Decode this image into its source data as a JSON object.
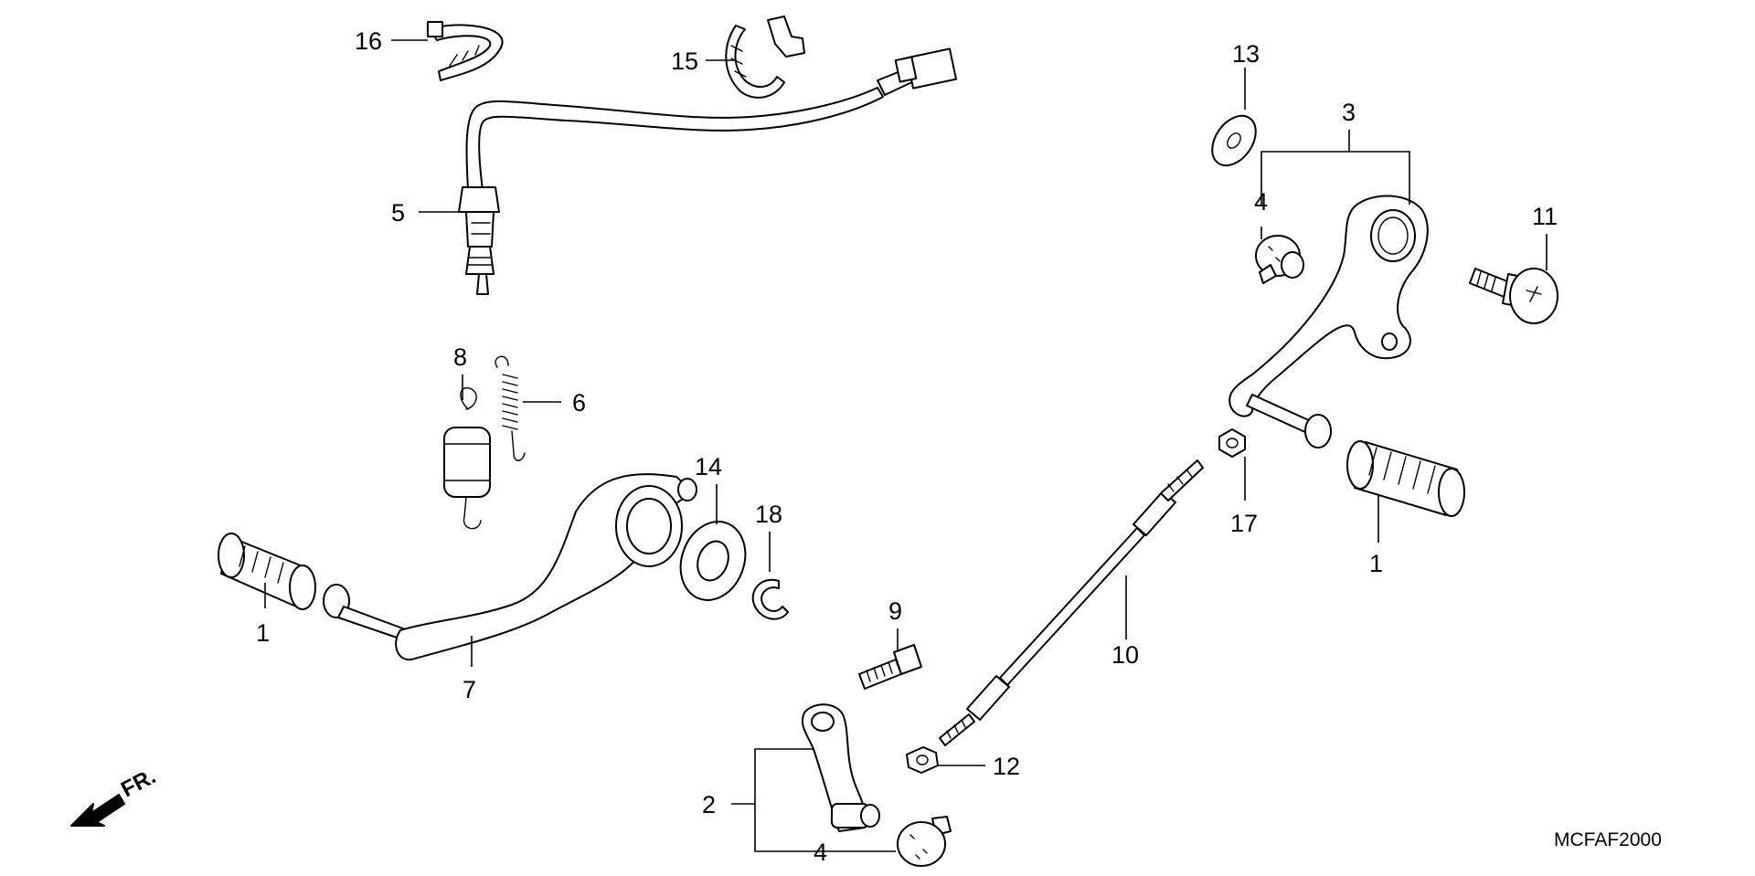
{
  "diagram": {
    "code": "MCFAF2000",
    "front_label": "FR.",
    "callouts": {
      "c1_left": "1",
      "c1_right": "1",
      "c2": "2",
      "c3": "3",
      "c4_upper": "4",
      "c4_lower": "4",
      "c5": "5",
      "c6": "6",
      "c7": "7",
      "c8": "8",
      "c9": "9",
      "c10": "10",
      "c11": "11",
      "c12": "12",
      "c13": "13",
      "c14": "14",
      "c15": "15",
      "c16": "16",
      "c17": "17",
      "c18": "18"
    }
  }
}
